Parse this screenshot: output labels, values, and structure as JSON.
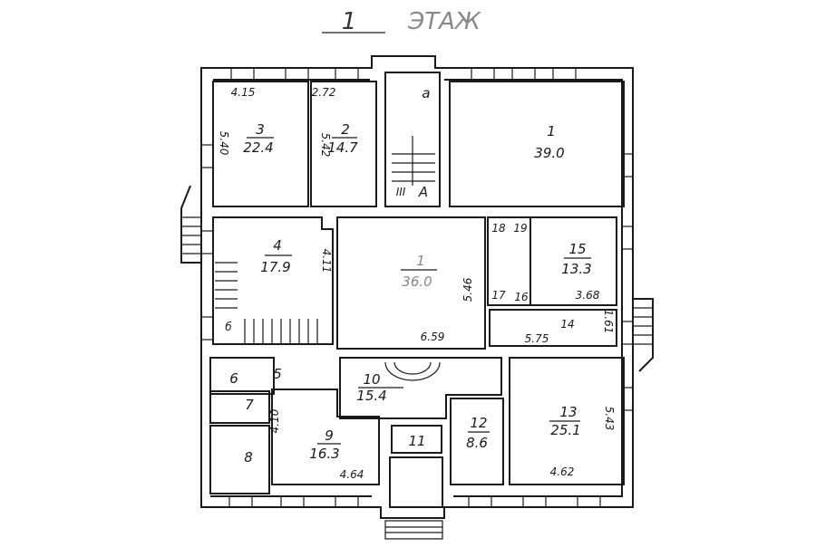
{
  "title": {
    "number": "1",
    "word": "ЭТАЖ"
  },
  "rooms": {
    "r3": {
      "num": "3",
      "area": "22.4",
      "width": "4.15",
      "length": "5.40"
    },
    "r2": {
      "num": "2",
      "area": "14.7",
      "width": "2.72",
      "length": "5.42"
    },
    "stair_a": {
      "label": "a",
      "mark1": "III",
      "mark2": "А"
    },
    "r1_top": {
      "num": "1",
      "area": "39.0"
    },
    "r4": {
      "num": "4",
      "area": "17.9",
      "length": "4.11",
      "stair": "б"
    },
    "r1_center": {
      "num": "1",
      "area": "36.0",
      "length": "5.46",
      "width": "6.59"
    },
    "r18": {
      "num": "18"
    },
    "r19": {
      "num": "19"
    },
    "r17": {
      "num": "17"
    },
    "r16": {
      "num": "16"
    },
    "r15": {
      "num": "15",
      "area": "13.3",
      "width": "3.68"
    },
    "r14": {
      "num": "14",
      "width": "5.75",
      "length": "1.61"
    },
    "r5": {
      "num": "5"
    },
    "r6": {
      "num": "6"
    },
    "r7": {
      "num": "7"
    },
    "r8": {
      "num": "8",
      "length": "4.10"
    },
    "r9": {
      "num": "9",
      "area": "16.3",
      "width": "4.64"
    },
    "r10": {
      "num": "10",
      "area": "15.4"
    },
    "r11": {
      "num": "11"
    },
    "r12": {
      "num": "12",
      "area": "8.6"
    },
    "r13": {
      "num": "13",
      "area": "25.1",
      "length": "5.43",
      "width": "4.62"
    }
  }
}
